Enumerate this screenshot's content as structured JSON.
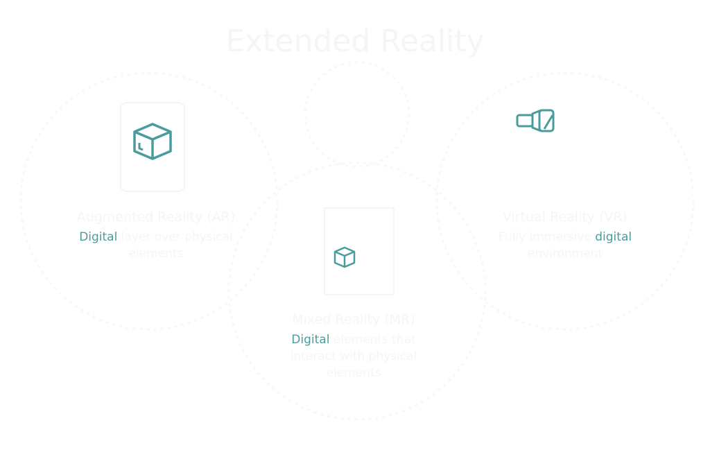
{
  "title": "Extended Reality",
  "colors": {
    "accent": "#4a9c9c",
    "ghost": "#f4f6f6"
  },
  "ar": {
    "heading": "Augmented Reality (AR)",
    "highlight": "Digital",
    "rest": " layer over physical elements",
    "icon": "cube-icon"
  },
  "mr": {
    "heading": "Mixed Reality (MR)",
    "highlight": "Digital",
    "rest": " elements that interact with physical elements",
    "icon": "cube-icon"
  },
  "vr": {
    "heading": "Virtual Reality (VR)",
    "before": "Fully immersive ",
    "highlight": "digital",
    "after": " environment",
    "icon": "vr-headset-icon"
  }
}
